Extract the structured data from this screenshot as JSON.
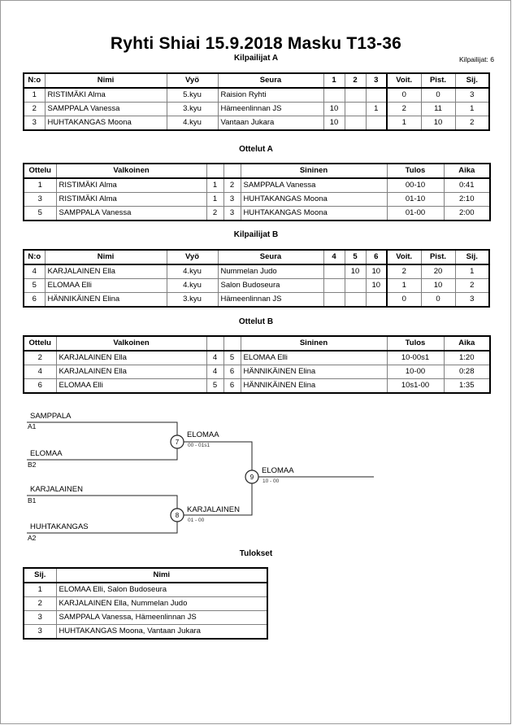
{
  "document": {
    "title": "Ryhti Shiai  15.9.2018  Masku   T13-36",
    "competitor_count_label": "Kilpailijat: 6"
  },
  "pool_a": {
    "caption": "Kilpailijat A",
    "headers": {
      "no": "N:o",
      "name": "Nimi",
      "belt": "Vyö",
      "club": "Seura",
      "r1": "1",
      "r2": "2",
      "r3": "3",
      "wins": "Voit.",
      "points": "Pist.",
      "rank": "Sij."
    },
    "rows": [
      {
        "no": "1",
        "name": "RISTIMÄKI Alma",
        "belt": "5.kyu",
        "club": "Raision Ryhti",
        "r1": "",
        "r2": "",
        "r3": "",
        "wins": "0",
        "points": "0",
        "rank": "3"
      },
      {
        "no": "2",
        "name": "SAMPPALA Vanessa",
        "belt": "3.kyu",
        "club": "Hämeenlinnan JS",
        "r1": "10",
        "r2": "",
        "r3": "1",
        "wins": "2",
        "points": "11",
        "rank": "1"
      },
      {
        "no": "3",
        "name": "HUHTAKANGAS Moona",
        "belt": "4.kyu",
        "club": "Vantaan Jukara",
        "r1": "10",
        "r2": "",
        "r3": "",
        "wins": "1",
        "points": "10",
        "rank": "2"
      }
    ]
  },
  "matches_a": {
    "caption": "Ottelut A",
    "headers": {
      "match": "Ottelu",
      "white": "Valkoinen",
      "white_no": "",
      "blue_no": "",
      "blue": "Sininen",
      "result": "Tulos",
      "time": "Aika"
    },
    "rows": [
      {
        "match": "1",
        "white": "RISTIMÄKI Alma",
        "white_no": "1",
        "blue_no": "2",
        "blue": "SAMPPALA Vanessa",
        "result": "00-10",
        "time": "0:41"
      },
      {
        "match": "3",
        "white": "RISTIMÄKI Alma",
        "white_no": "1",
        "blue_no": "3",
        "blue": "HUHTAKANGAS Moona",
        "result": "01-10",
        "time": "2:10"
      },
      {
        "match": "5",
        "white": "SAMPPALA Vanessa",
        "white_no": "2",
        "blue_no": "3",
        "blue": "HUHTAKANGAS Moona",
        "result": "01-00",
        "time": "2:00"
      }
    ]
  },
  "pool_b": {
    "caption": "Kilpailijat B",
    "headers": {
      "no": "N:o",
      "name": "Nimi",
      "belt": "Vyö",
      "club": "Seura",
      "r1": "4",
      "r2": "5",
      "r3": "6",
      "wins": "Voit.",
      "points": "Pist.",
      "rank": "Sij."
    },
    "rows": [
      {
        "no": "4",
        "name": "KARJALAINEN Ella",
        "belt": "4.kyu",
        "club": "Nummelan Judo",
        "r1": "",
        "r2": "10",
        "r3": "10",
        "wins": "2",
        "points": "20",
        "rank": "1"
      },
      {
        "no": "5",
        "name": "ELOMAA Elli",
        "belt": "4.kyu",
        "club": "Salon Budoseura",
        "r1": "",
        "r2": "",
        "r3": "10",
        "wins": "1",
        "points": "10",
        "rank": "2"
      },
      {
        "no": "6",
        "name": "HÄNNIKÄINEN Elina",
        "belt": "3.kyu",
        "club": "Hämeenlinnan JS",
        "r1": "",
        "r2": "",
        "r3": "",
        "wins": "0",
        "points": "0",
        "rank": "3"
      }
    ]
  },
  "matches_b": {
    "caption": "Ottelut B",
    "headers": {
      "match": "Ottelu",
      "white": "Valkoinen",
      "white_no": "",
      "blue_no": "",
      "blue": "Sininen",
      "result": "Tulos",
      "time": "Aika"
    },
    "rows": [
      {
        "match": "2",
        "white": "KARJALAINEN Ella",
        "white_no": "4",
        "blue_no": "5",
        "blue": "ELOMAA Elli",
        "result": "10-00s1",
        "time": "1:20"
      },
      {
        "match": "4",
        "white": "KARJALAINEN Ella",
        "white_no": "4",
        "blue_no": "6",
        "blue": "HÄNNIKÄINEN Elina",
        "result": "10-00",
        "time": "0:28"
      },
      {
        "match": "6",
        "white": "ELOMAA Elli",
        "white_no": "5",
        "blue_no": "6",
        "blue": "HÄNNIKÄINEN Elina",
        "result": "10s1-00",
        "time": "1:35"
      }
    ]
  },
  "bracket": {
    "entries": [
      {
        "name": "SAMPPALA",
        "seed": "A1"
      },
      {
        "name": "ELOMAA",
        "seed": "B2"
      },
      {
        "name": "KARJALAINEN",
        "seed": "B1"
      },
      {
        "name": "HUHTAKANGAS",
        "seed": "A2"
      }
    ],
    "nodes": [
      {
        "number": "7",
        "winner": "ELOMAA",
        "score": "00 - 01s1"
      },
      {
        "number": "8",
        "winner": "KARJALAINEN",
        "score": "01 - 00"
      },
      {
        "number": "9",
        "winner": "ELOMAA",
        "score": "10 - 00"
      }
    ]
  },
  "results": {
    "caption": "Tulokset",
    "headers": {
      "rank": "Sij.",
      "name": "Nimi"
    },
    "rows": [
      {
        "rank": "1",
        "name": "ELOMAA Elli, Salon Budoseura"
      },
      {
        "rank": "2",
        "name": "KARJALAINEN Ella, Nummelan Judo"
      },
      {
        "rank": "3",
        "name": "SAMPPALA Vanessa, Hämeenlinnan JS"
      },
      {
        "rank": "3",
        "name": "HUHTAKANGAS Moona, Vantaan Jukara"
      }
    ]
  }
}
